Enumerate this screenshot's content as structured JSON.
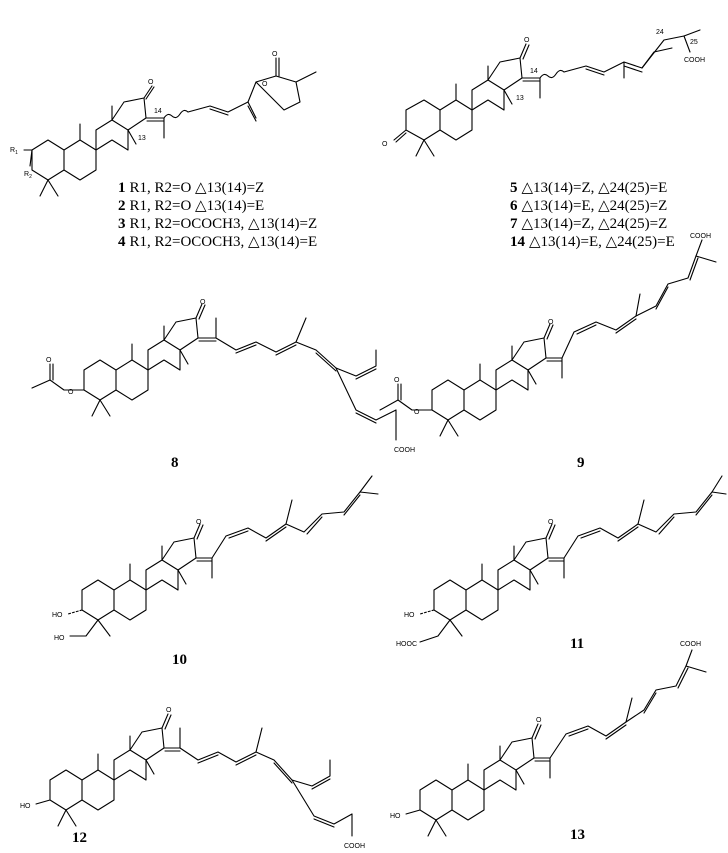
{
  "atoms": {
    "oxo": "O",
    "ring_o": "O",
    "methyl_wedge_r1": "R",
    "sub1": "1",
    "r2": "R",
    "sub2": "2",
    "ho": "HO",
    "cooh": "COOH",
    "hooc": "HOOC",
    "locant_13": "13",
    "locant_14": "14",
    "locant_24": "24",
    "locant_25": "25"
  },
  "compounds": {
    "c1": "1",
    "c2": "2",
    "c3": "3",
    "c4": "4",
    "c5": "5",
    "c6": "6",
    "c7": "7",
    "c8": "8",
    "c9": "9",
    "c10": "10",
    "c11": "11",
    "c12": "12",
    "c13": "13",
    "c14": "14"
  },
  "legend_left": [
    {
      "num": "1",
      "text": "R1, R2=O △13(14)=Z"
    },
    {
      "num": "2",
      "text": "R1, R2=O △13(14)=E"
    },
    {
      "num": "3",
      "text": "R1, R2=OCOCH3, △13(14)=Z"
    },
    {
      "num": "4",
      "text": "R1, R2=OCOCH3, △13(14)=E"
    }
  ],
  "legend_right": [
    {
      "num": "5",
      "text": "△13(14)=Z, △24(25)=E"
    },
    {
      "num": "6",
      "text": "△13(14)=E, △24(25)=Z"
    },
    {
      "num": "7",
      "text": "△13(14)=Z, △24(25)=Z"
    },
    {
      "num": "14",
      "text": "△13(14)=E, △24(25)=E"
    }
  ]
}
